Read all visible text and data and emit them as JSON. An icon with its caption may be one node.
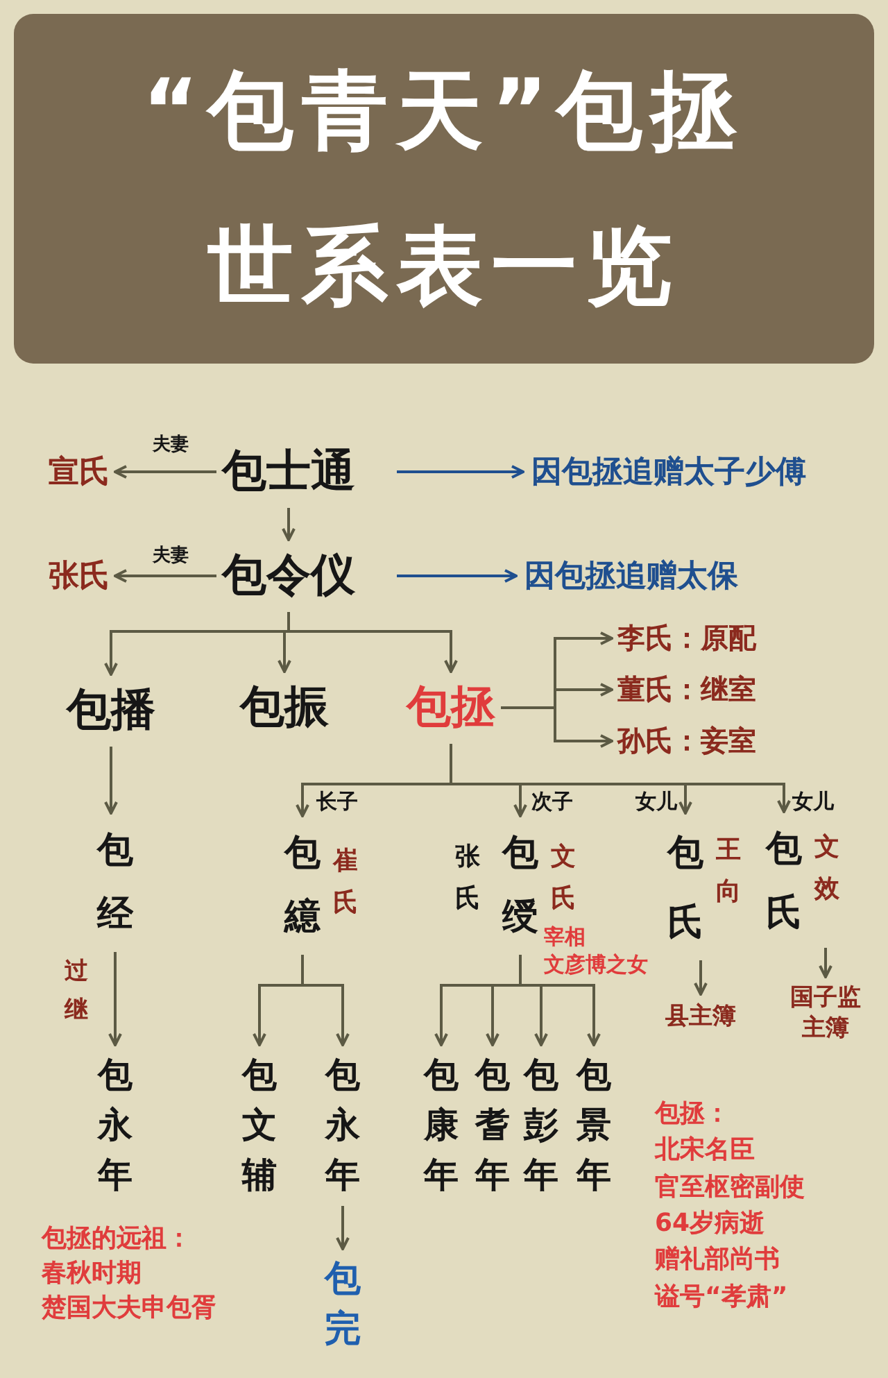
{
  "diagram": {
    "title": "“包青天”包拯世系表一览",
    "nodes": [
      {
        "text": [
          "包士通"
        ]
      },
      {
        "text": [
          "宣氏"
        ]
      },
      {
        "text": [
          "因包拯追赠太子少傅"
        ]
      },
      {
        "text": [
          "包令仪"
        ]
      },
      {
        "text": [
          "张氏"
        ]
      },
      {
        "text": [
          "因包拯追赠太保"
        ]
      },
      {
        "text": [
          "包播"
        ]
      },
      {
        "text": [
          "包振"
        ]
      },
      {
        "text": [
          "包拯"
        ]
      },
      {
        "text": [
          "李氏：原配"
        ]
      },
      {
        "text": [
          "董氏：继室"
        ]
      },
      {
        "text": [
          "孙氏：妾室"
        ]
      },
      {
        "text": [
          "包繶"
        ],
        "beside": [
          "崔氏"
        ]
      },
      {
        "text": [
          "包绶"
        ],
        "beside": [
          "张氏",
          "文氏",
          "宰相文彦博之女"
        ]
      },
      {
        "text": [
          "包氏"
        ],
        "beside": [
          "王向"
        ]
      },
      {
        "text": [
          "包氏"
        ],
        "beside": [
          "文效"
        ]
      },
      {
        "text": [
          "包经"
        ]
      },
      {
        "text": [
          "县主簿"
        ]
      },
      {
        "text": [
          "国子监主簿"
        ]
      },
      {
        "text": [
          "包永年"
        ]
      },
      {
        "text": [
          "包文辅"
        ]
      },
      {
        "text": [
          "包永年"
        ]
      },
      {
        "text": [
          "包康年"
        ]
      },
      {
        "text": [
          "包耆年"
        ]
      },
      {
        "text": [
          "包彭年"
        ]
      },
      {
        "text": [
          "包景年"
        ]
      },
      {
        "text": [
          "包完"
        ]
      }
    ],
    "edges": [
      {
        "from": 0,
        "to": 1,
        "arrow": "to",
        "label": "夫妻"
      },
      {
        "from": 0,
        "to": 2,
        "arrow": "to",
        "color": "#1f4f8f"
      },
      {
        "from": 0,
        "to": 3,
        "arrow": "to"
      },
      {
        "from": 3,
        "to": 4,
        "arrow": "to",
        "label": "夫妻"
      },
      {
        "from": 3,
        "to": 5,
        "arrow": "to",
        "color": "#1f4f8f"
      },
      {
        "from": 3,
        "to": 6,
        "arrow": "to"
      },
      {
        "from": 3,
        "to": 7,
        "arrow": "to"
      },
      {
        "from": 3,
        "to": 8,
        "arrow": "to"
      },
      {
        "from": 8,
        "to": 9,
        "arrow": "to"
      },
      {
        "from": 8,
        "to": 10,
        "arrow": "to"
      },
      {
        "from": 8,
        "to": 11,
        "arrow": "to"
      },
      {
        "from": 8,
        "to": 12,
        "arrow": "to",
        "label": "长子"
      },
      {
        "from": 8,
        "to": 13,
        "arrow": "to",
        "label": "次子"
      },
      {
        "from": 8,
        "to": 14,
        "arrow": "to",
        "label": "女儿"
      },
      {
        "from": 8,
        "to": 15,
        "arrow": "to",
        "label": "女儿"
      },
      {
        "from": 6,
        "to": 16,
        "arrow": "to"
      },
      {
        "from": 16,
        "to": 19,
        "arrow": "to",
        "label": "过继"
      },
      {
        "from": 12,
        "to": 20,
        "arrow": "to"
      },
      {
        "from": 12,
        "to": 21,
        "arrow": "to"
      },
      {
        "from": 13,
        "to": 22,
        "arrow": "to"
      },
      {
        "from": 13,
        "to": 23,
        "arrow": "to"
      },
      {
        "from": 13,
        "to": 24,
        "arrow": "to"
      },
      {
        "from": 13,
        "to": 25,
        "arrow": "to"
      },
      {
        "from": 14,
        "to": 17,
        "arrow": "to"
      },
      {
        "from": 15,
        "to": 18,
        "arrow": "to"
      },
      {
        "from": 21,
        "to": 26,
        "arrow": "to"
      }
    ],
    "labels": [
      "包拯的远祖：",
      "春秋时期",
      "楚国大夫申包胥",
      "包拯：",
      "北宋名臣",
      "官至枢密副使",
      "64岁病逝",
      "赠礼部尚书",
      "谥号“孝肃”"
    ]
  }
}
